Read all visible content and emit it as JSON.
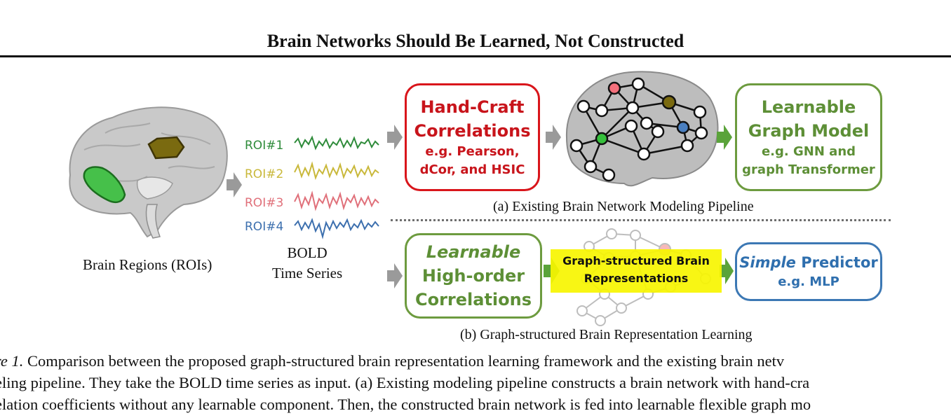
{
  "title": "Brain Networks Should Be Learned, Not Constructed",
  "brain_label": "Brain Regions (ROIs)",
  "bold_label_line1": "BOLD",
  "bold_label_line2": "Time Series",
  "rois": [
    {
      "label": "ROI#1",
      "color": "#2e8b3a"
    },
    {
      "label": "ROI#2",
      "color": "#c9b83a"
    },
    {
      "label": "ROI#3",
      "color": "#e0707a"
    },
    {
      "label": "ROI#4",
      "color": "#3c6fae"
    }
  ],
  "handcraft": {
    "line1": "Hand-Craft",
    "line2": "Correlations",
    "line3": "e.g. Pearson,",
    "line4": "dCor, and HSIC"
  },
  "learnable_graph": {
    "line1": "Learnable",
    "line2": "Graph Model",
    "line3": "e.g. GNN and",
    "line4": "graph Transformer"
  },
  "caption_a": "(a) Existing Brain Network Modeling Pipeline",
  "highorder": {
    "line1": "Learnable",
    "line2": "High-order",
    "line3": "Correlations"
  },
  "representations": {
    "line1": "Graph-structured Brain",
    "line2": "Representations"
  },
  "simple": {
    "line1_italic": "Simple",
    "line1_rest": " Predictor",
    "line2": "e.g. MLP"
  },
  "caption_b": "(b) Graph-structured Brain Representation Learning",
  "figure_caption": {
    "label": "re 1.",
    "line1": " Comparison between the proposed graph-structured brain representation learning framework and the existing brain netv",
    "line2": "eling pipeline. They take the BOLD time series as input. (a) Existing modeling pipeline constructs a brain network with hand-cra",
    "line3": "elation coefficients without any learnable component. Then, the constructed brain network is fed into learnable flexible graph mo"
  },
  "colors": {
    "red": "#d9151b",
    "green": "#6d9b3f",
    "blue": "#3c78b4",
    "highlight": "#f7f500",
    "arrow_gray": "#9a9a9a",
    "arrow_green": "#5aa33a"
  }
}
